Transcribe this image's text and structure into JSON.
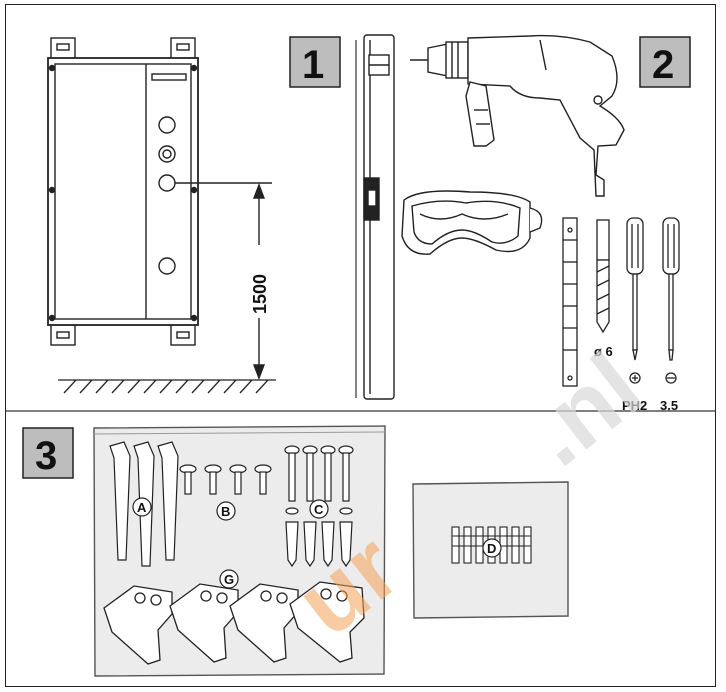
{
  "steps": {
    "one": "1",
    "two": "2",
    "three": "3"
  },
  "dimension": {
    "height_label": "1500"
  },
  "tools": {
    "drill_bit_label": "ø 6",
    "phillips_label": "PH2",
    "flat_label": "3.5"
  },
  "parts": {
    "a": "A",
    "b": "B",
    "c": "C",
    "d": "D",
    "g": "G"
  },
  "watermark": {
    "text_orange": "ur",
    "text_grey": ".nl"
  }
}
